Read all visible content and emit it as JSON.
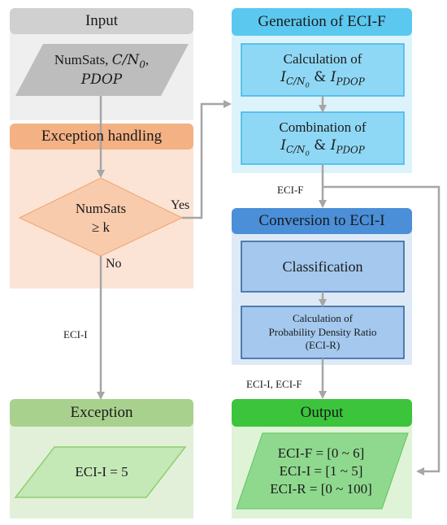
{
  "input": {
    "title": "Input",
    "line1_text": "NumSats, ",
    "line1_math": "C/N",
    "line1_sub": "0",
    "line1_tail": ",",
    "line2_math": "PDOP"
  },
  "exception_handling": {
    "title": "Exception handling",
    "decision_line1": "NumSats",
    "decision_line2": "≥ k",
    "yes_label": "Yes",
    "no_label": "No"
  },
  "exception": {
    "title": "Exception",
    "value": "ECI-I = 5"
  },
  "generation": {
    "title": "Generation of ECI-F",
    "step1_line1": "Calculation of",
    "step2_line1": "Combination of",
    "math_I": "I",
    "math_sub_cn": "C/N",
    "math_sub_cn0": "0",
    "math_amp": " & ",
    "math_sub_pdop": "PDOP"
  },
  "conversion": {
    "title": "Conversion to ECI-I",
    "step1": "Classification",
    "step2_line1": "Calculation of",
    "step2_line2": "Probability Density Ratio",
    "step2_line3": "(ECI-R)"
  },
  "output": {
    "title": "Output",
    "line1": "ECI-F = [0 ~ 6]",
    "line2": "ECI-I = [1 ~ 5]",
    "line3": "ECI-R = [0 ~ 100]"
  },
  "edge_labels": {
    "eci_f": "ECI-F",
    "eci_i": "ECI-I",
    "eci_i_eci_f": "ECI-I, ECI-F"
  },
  "colors": {
    "input_header": "#d0d0d0",
    "input_body": "#efefef",
    "input_shape": "#bdbdbd",
    "exc_header": "#f4b183",
    "exc_body": "#fbe4d6",
    "diamond": "#f8cbad",
    "exception_header": "#a9d18e",
    "exception_body": "#e2f0d9",
    "exception_shape": "#c5e8b7",
    "gen_header": "#5bc8f0",
    "gen_body": "#ddf3fb",
    "gen_box": "#8fd8f5",
    "gen_box_border": "#3fb6e6",
    "conv_header": "#4a8fd8",
    "conv_body": "#dde9f6",
    "conv_box": "#a4c8ee",
    "conv_box_border": "#2f5d99",
    "out_header": "#3cc43c",
    "out_body": "#dff3d6",
    "out_shape": "#8fd98f",
    "arrow": "#a6a6a6"
  }
}
